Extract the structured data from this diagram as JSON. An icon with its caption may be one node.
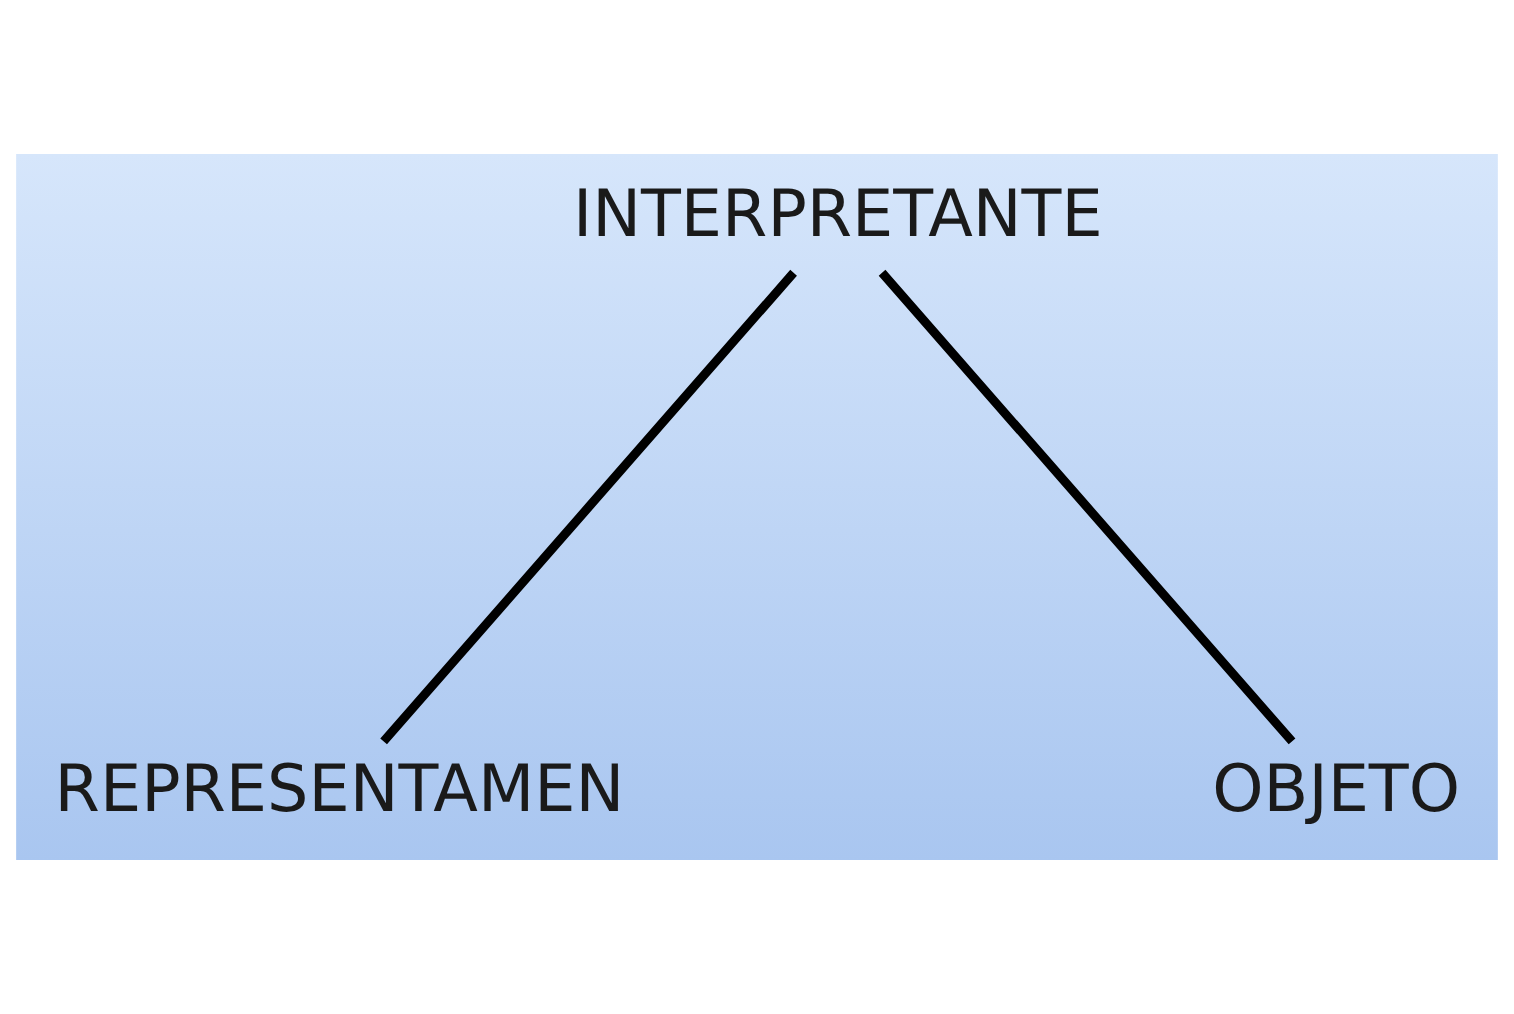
{
  "diagram": {
    "nodes": [
      {
        "text": [
          "INTERPRETANTE"
        ]
      },
      {
        "text": [
          "REPRESENTAMEN"
        ]
      },
      {
        "text": [
          "OBJETO"
        ]
      }
    ],
    "edges": [
      {
        "from": 0,
        "to": 1,
        "arrow": "none"
      },
      {
        "from": 0,
        "to": 2,
        "arrow": "none"
      }
    ]
  }
}
